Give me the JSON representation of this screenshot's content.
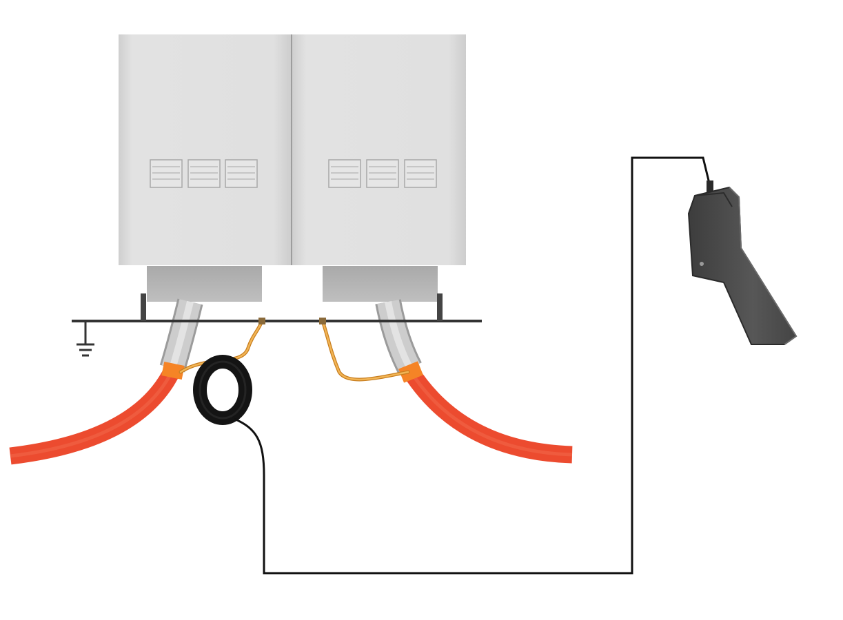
{
  "diagram": {
    "components": {
      "switchgear_cabinets": [
        "left",
        "right"
      ],
      "cable_terminations": [
        "left",
        "right"
      ],
      "ground_plate": "ground-plate",
      "ground_symbol": "ground-icon",
      "shield_ground_wires": [
        "left",
        "right"
      ],
      "current_transformer": "ct-ring",
      "signal_cable": "signal-cable",
      "handheld_detector": "detector-probe"
    },
    "colors": {
      "cabinet": "#dedede",
      "cabinet_shade": "#c9c9c9",
      "base": "#b7b7b7",
      "cable_gray": "#c2c2c2",
      "cable_red": "#ec4b2f",
      "cable_orange": "#f58426",
      "ground_wire": "#e9a23c",
      "ct_ring": "#141414",
      "signal_wire": "#111111",
      "detector": "#4a4a4a",
      "detector_dark": "#2f2f2f"
    }
  }
}
